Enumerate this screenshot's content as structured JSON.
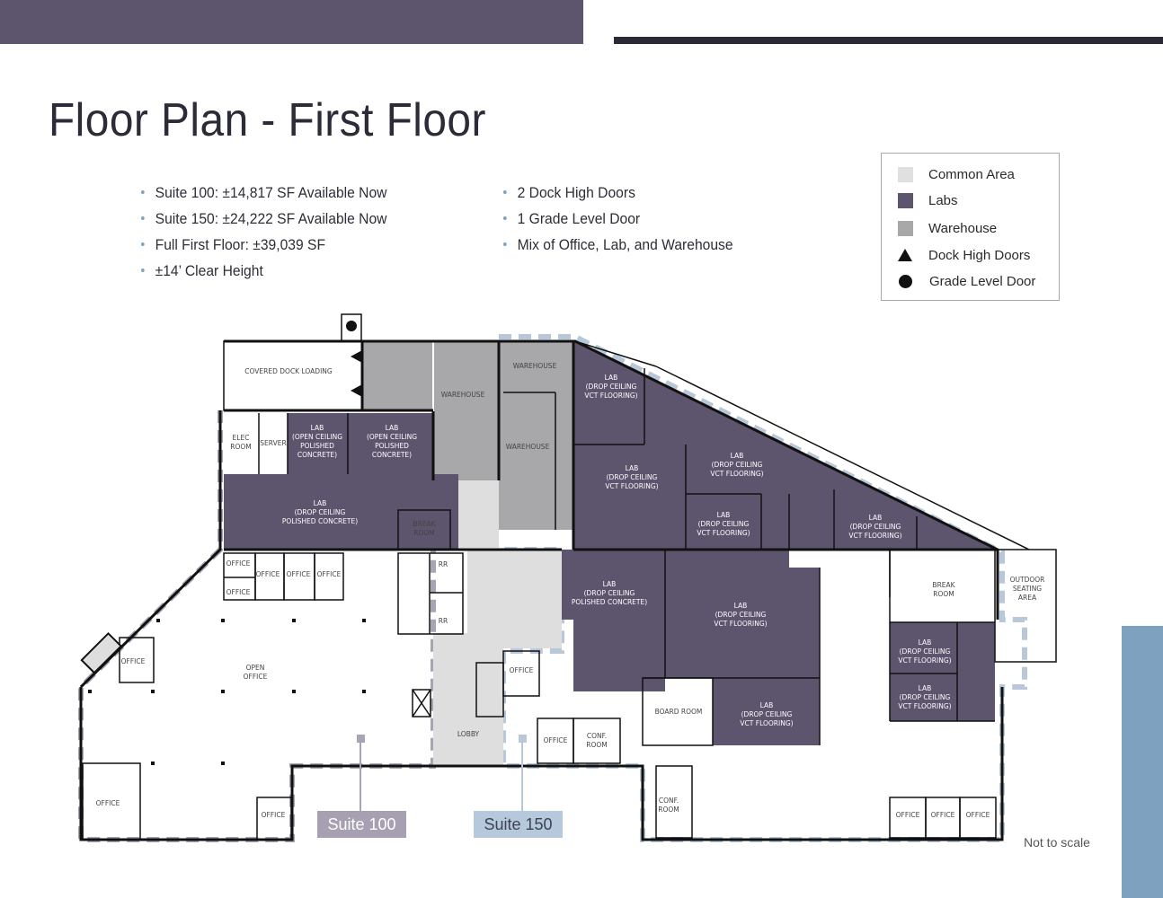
{
  "header": {
    "title": "Floor Plan - First Floor",
    "colors": {
      "top_bar": "#5d546d",
      "rule": "#2a2936",
      "accent": "#7ea1bf"
    }
  },
  "highlights": {
    "left": [
      "Suite 100: ±14,817 SF Available Now",
      "Suite 150: ±24,222 SF Available Now",
      "Full First Floor: ±39,039 SF",
      "±14’ Clear Height"
    ],
    "right": [
      "2 Dock High Doors",
      "1 Grade Level Door",
      "Mix of Office, Lab, and Warehouse"
    ]
  },
  "legend": {
    "items": [
      {
        "label": "Common Area",
        "symbol": "square",
        "color": "#e0e0e0"
      },
      {
        "label": "Labs",
        "symbol": "square",
        "color": "#5d546d"
      },
      {
        "label": "Warehouse",
        "symbol": "square",
        "color": "#a8a8ab"
      },
      {
        "label": "Dock High Doors",
        "symbol": "triangle-icon",
        "color": "#111111"
      },
      {
        "label": "Grade Level Door",
        "symbol": "circle-icon",
        "color": "#111111"
      }
    ]
  },
  "plan": {
    "colors": {
      "lab": "#5d546d",
      "warehouse": "#a8a8ab",
      "common": "#dedede",
      "wall": "#111111",
      "suite100_outline": "#a9a4b3",
      "suite150_outline": "#b8c8d9"
    },
    "rooms": {
      "covered_dock": "COVERED DOCK LOADING",
      "warehouse_1": "WAREHOUSE",
      "warehouse_2": "WAREHOUSE",
      "warehouse_3": "WAREHOUSE",
      "elec_room": [
        "ELEC",
        "ROOM"
      ],
      "server": "SERVER",
      "lab_open_1": [
        "LAB",
        "(OPEN CEILING",
        "POLISHED",
        "CONCRETE)"
      ],
      "lab_open_2": [
        "LAB",
        "(OPEN CEILING",
        "POLISHED",
        "CONCRETE)"
      ],
      "lab_drop_polished_1": [
        "LAB",
        "(DROP CEILING",
        "POLISHED CONCRETE)"
      ],
      "break_room_1": [
        "BREAK",
        "ROOM"
      ],
      "lab_vct_top": [
        "LAB",
        "(DROP CEILING",
        "VCT FLOORING)"
      ],
      "lab_vct_mid_left": [
        "LAB",
        "(DROP CEILING",
        "VCT FLOORING)"
      ],
      "lab_vct_mid": [
        "LAB",
        "(DROP CEILING",
        "VCT FLOORING)"
      ],
      "lab_vct_small": [
        "LAB",
        "(DROP CEILING",
        "VCT FLOORING)"
      ],
      "lab_vct_right_tri": [
        "LAB",
        "(DROP CEILING",
        "VCT FLOORING)"
      ],
      "lab_drop_polished_2": [
        "LAB",
        "(DROP CEILING",
        "POLISHED CONCRETE)"
      ],
      "lab_vct_big": [
        "LAB",
        "(DROP CEILING",
        "VCT FLOORING)"
      ],
      "lab_vct_board": [
        "LAB",
        "(DROP CEILING",
        "VCT FLOORING)"
      ],
      "lab_vct_east_1": [
        "LAB",
        "(DROP CEILING",
        "VCT FLOORING)"
      ],
      "lab_vct_east_2": [
        "LAB",
        "(DROP CEILING",
        "VCT FLOORING)"
      ],
      "board_room": "BOARD ROOM",
      "break_room_2": [
        "BREAK",
        "ROOM"
      ],
      "outdoor_seating": [
        "OUTDOOR",
        "SEATING",
        "AREA"
      ],
      "open_office": [
        "OPEN",
        "OFFICE"
      ],
      "office": "OFFICE",
      "rr": "RR",
      "lobby": "LOBBY",
      "conf_room": [
        "CONF.",
        "ROOM"
      ]
    },
    "suite_tags": {
      "suite_100": "Suite 100",
      "suite_150": "Suite 150"
    }
  },
  "footer": {
    "note": "Not to scale"
  }
}
